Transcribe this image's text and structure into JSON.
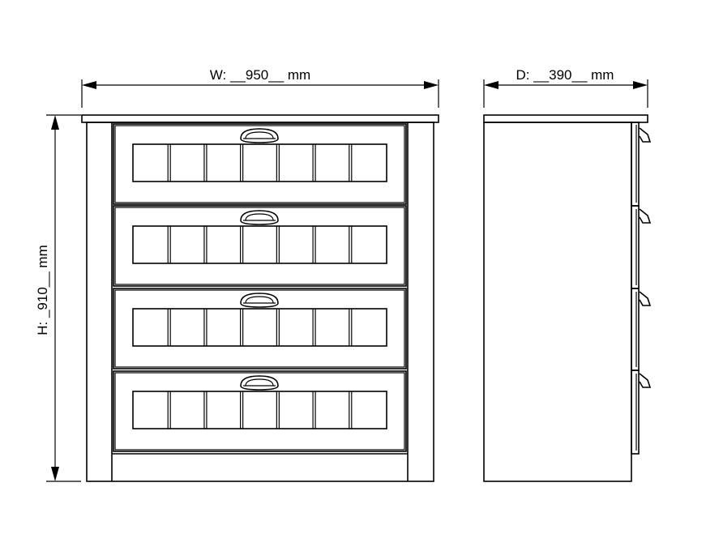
{
  "dimensions": {
    "width_label": "W: __950__ mm",
    "depth_label": "D: __390__ mm",
    "height_label": "H: _910__ mm"
  },
  "colors": {
    "line": "#000000",
    "background": "#ffffff"
  }
}
